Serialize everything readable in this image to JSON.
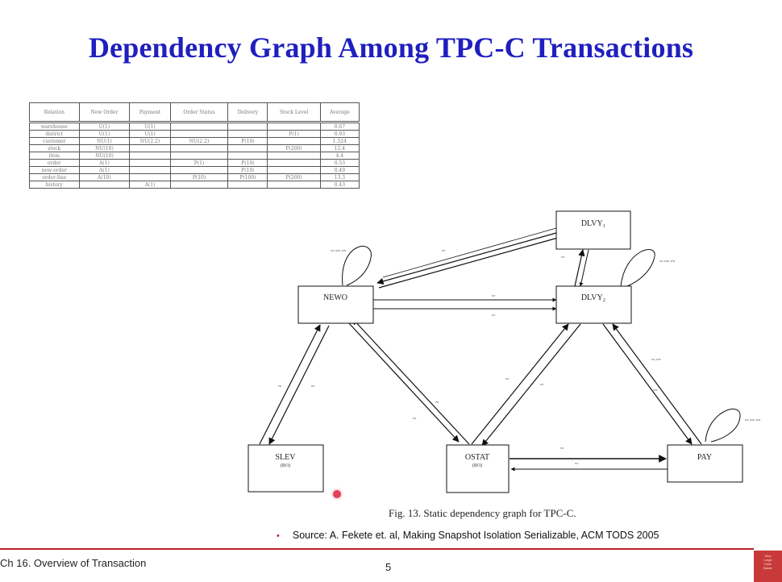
{
  "slide": {
    "title": "Dependency Graph Among TPC-C Transactions",
    "caption": "Fig. 13.   Static dependency graph for TPC-C.",
    "source_bullet": "•",
    "source": "Source: A. Fekete et. al, Making Snapshot Isolation Serializable, ACM TODS 2005",
    "footer_left": "Ch 16. Overview of Transaction",
    "page_number": "5",
    "logo_text": [
      "Very",
      "Large",
      "Data",
      "Bases"
    ]
  },
  "table": {
    "headers": [
      "Relation",
      "New Order",
      "Payment",
      "Order Status",
      "Delivery",
      "Stock Level",
      "Average"
    ],
    "rows": [
      [
        "warehouse",
        "U(1)",
        "U(1)",
        "",
        "",
        "",
        "0.67"
      ],
      [
        "district",
        "U(1)",
        "U(1)",
        "",
        "",
        "P(1)",
        "0.93"
      ],
      [
        "customer",
        "NU(1)",
        "NU(2.2)",
        "NU(2.2)",
        "P(10)",
        "",
        "1.524"
      ],
      [
        "stock",
        "NU(10)",
        "",
        "",
        "",
        "P(200)",
        "12.4"
      ],
      [
        "item",
        "NU(10)",
        "",
        "",
        "",
        "",
        "4.4"
      ],
      [
        "order",
        "A(1)",
        "",
        "P(1)",
        "P(10)",
        "",
        "0.53"
      ],
      [
        "new-order",
        "A(1)",
        "",
        "",
        "P(10)",
        "",
        "0.49"
      ],
      [
        "order-line",
        "A(10)",
        "",
        "P(10)",
        "P(100)",
        "P(200)",
        "13.3"
      ],
      [
        "history",
        "",
        "A(1)",
        "",
        "",
        "",
        "0.43"
      ]
    ]
  },
  "graph": {
    "nodes": [
      {
        "id": "NEWO",
        "label": "NEWO",
        "sub": ""
      },
      {
        "id": "DLVY1",
        "label": "DLVY₁",
        "sub": ""
      },
      {
        "id": "DLVY2",
        "label": "DLVY₂",
        "sub": ""
      },
      {
        "id": "SLEV",
        "label": "SLEV",
        "sub": "(RO)"
      },
      {
        "id": "OSTAT",
        "label": "OSTAT",
        "sub": "(RO)"
      },
      {
        "id": "PAY",
        "label": "PAY",
        "sub": ""
      }
    ],
    "edge_labels": {
      "dlvy1_newo": "wr",
      "newo_self": "wr, ww, ww",
      "dlvy2_self": "wr, ww, ww",
      "pay_self": "wr, ww, ww",
      "newo_dlvy2_top": "wr",
      "newo_dlvy2_bottom": "wr",
      "dlvy2_dlvy1": "wr",
      "slev_newo": "rw",
      "newo_slev": "wr",
      "newo_ostat": "rw",
      "ostat_newo": "wr",
      "ostat_dlvy2": "rw",
      "dlvy2_ostat": "wr",
      "dlvy2_pay": "wr, ww",
      "pay_dlvy2": "ww",
      "ostat_pay": "rw",
      "pay_ostat": "wr"
    }
  }
}
